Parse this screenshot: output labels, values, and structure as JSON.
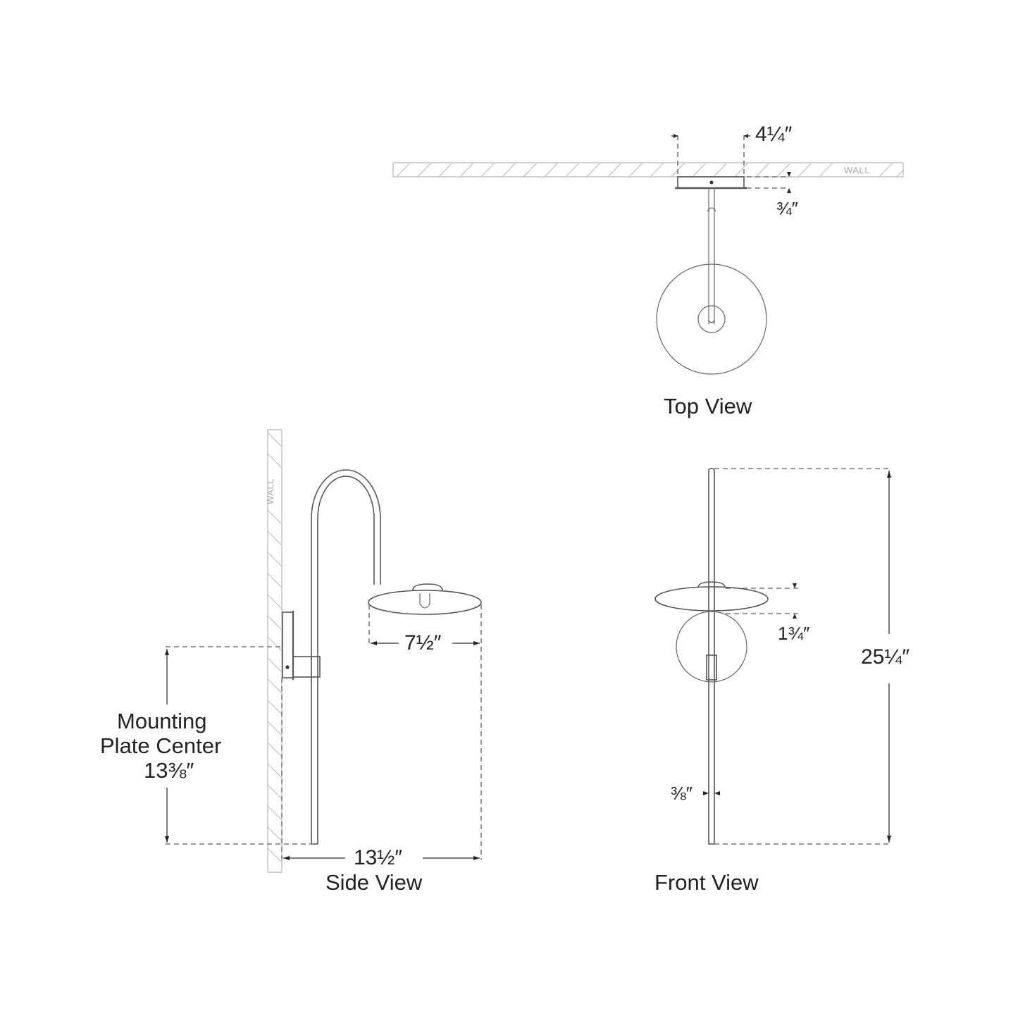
{
  "views": {
    "top": {
      "title": "Top View",
      "wall_label": "WALL",
      "dims": {
        "plate_width": "4¼″",
        "plate_depth": "¾″"
      }
    },
    "side": {
      "title": "Side View",
      "wall_label": "WALL",
      "dims": {
        "shade_diameter": "7½″",
        "extension": "13½″",
        "mounting_label_line1": "Mounting",
        "mounting_label_line2": "Plate Center",
        "mounting_value": "13⅜″"
      }
    },
    "front": {
      "title": "Front View",
      "dims": {
        "height": "25¼″",
        "shade_height": "1¾″",
        "rod_diameter": "⅜″"
      }
    }
  },
  "colors": {
    "line": "#555555",
    "wall_hatch": "#c4c4c4",
    "text": "#222222",
    "background": "#ffffff"
  }
}
